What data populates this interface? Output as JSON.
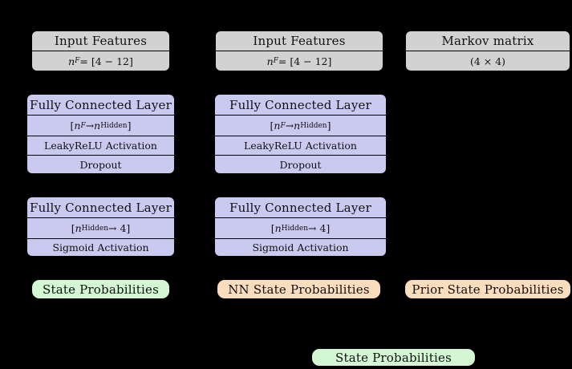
{
  "palette": {
    "background": "#000000",
    "border": "#000000",
    "text": "#111111",
    "gray": "#d2d2d2",
    "lavender": "#cacaf1",
    "green": "#d3f6d3",
    "peach": "#fbdcbc"
  },
  "left_column": {
    "input": {
      "title": "Input Features",
      "detail": "<i>n</i><sub><i>F</i></sub> = [4 − 12]"
    },
    "fc1": {
      "title": "Fully Connected Layer",
      "mapping": "[<i>n</i><sub><i>F</i></sub> → <i>n</i><sub>Hidden</sub>]",
      "activation": "LeakyReLU Activation",
      "regularization": "Dropout"
    },
    "fc2": {
      "title": "Fully Connected Layer",
      "mapping": "[<i>n</i><sub>Hidden</sub> → 4]",
      "activation": "Sigmoid Activation"
    },
    "output": "State Probabilities"
  },
  "middle_column": {
    "input": {
      "title": "Input Features",
      "detail": "<i>n</i><sub><i>F</i></sub> = [4 − 12]"
    },
    "fc1": {
      "title": "Fully Connected Layer",
      "mapping": "[<i>n</i><sub><i>F</i></sub> → <i>n</i><sub>Hidden</sub>]",
      "activation": "LeakyReLU Activation",
      "regularization": "Dropout"
    },
    "fc2": {
      "title": "Fully Connected Layer",
      "mapping": "[<i>n</i><sub>Hidden</sub> → 4]",
      "activation": "Sigmoid Activation"
    },
    "output": "NN State Probabilities"
  },
  "right_column": {
    "markov": {
      "title": "Markov matrix",
      "detail": "(4 × 4)"
    },
    "output": "Prior State Probabilities"
  },
  "final_output": "State Probabilities"
}
